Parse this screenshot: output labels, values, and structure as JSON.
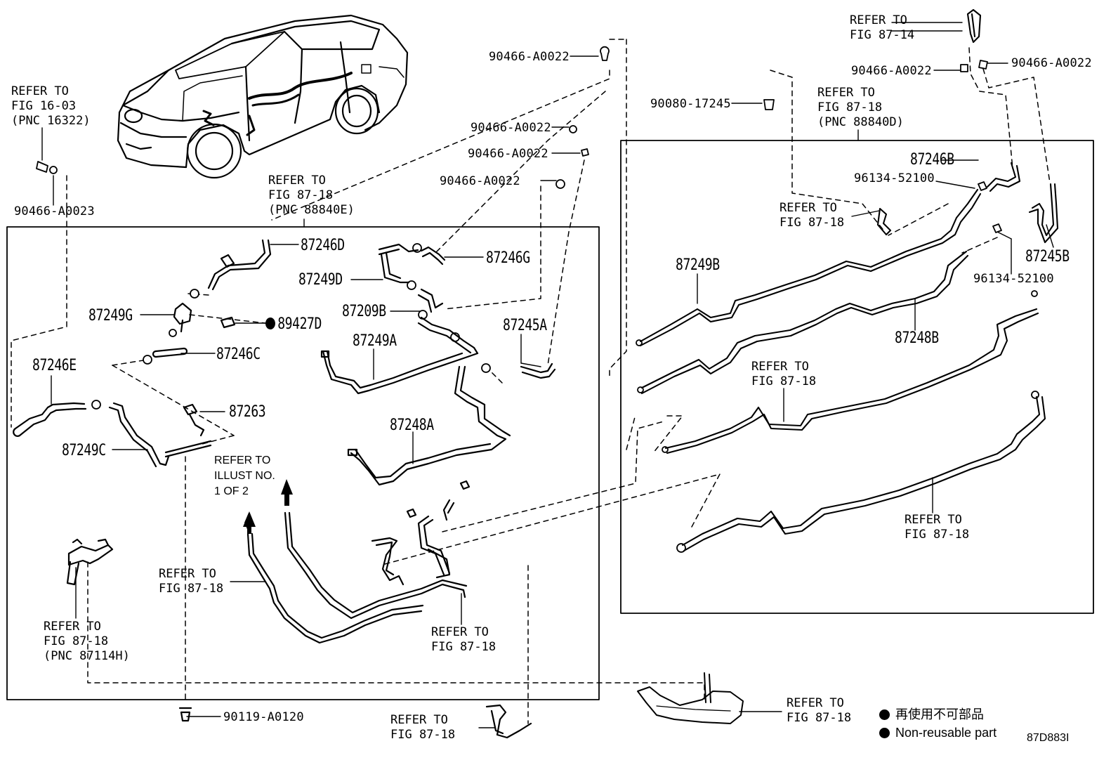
{
  "diagram_id": "87D883I",
  "legend": {
    "chinese": "再使用不可部品",
    "english": "Non-reusable part"
  },
  "part_numbers": {
    "p_90466_A0023": "90466-A0023",
    "p_90466_A0022_a": "90466-A0022",
    "p_90466_A0022_b": "90466-A0022",
    "p_90466_A0022_c": "90466-A0022",
    "p_90466_A0022_d": "90466-A0022",
    "p_90466_A0022_e": "90466-A0022",
    "p_90466_A0022_f": "90466-A0022",
    "p_90080_17245": "90080-17245",
    "p_96134_52100_a": "96134-52100",
    "p_96134_52100_b": "96134-52100",
    "p_90119_A0120": "90119-A0120",
    "p_87246D": "87246D",
    "p_87246G": "87246G",
    "p_87249D": "87249D",
    "p_87249G": "87249G",
    "p_89427D": "89427D",
    "p_87209B": "87209B",
    "p_87245A": "87245A",
    "p_87246C": "87246C",
    "p_87249A": "87249A",
    "p_87246E": "87246E",
    "p_87263": "87263",
    "p_87249C": "87249C",
    "p_87248A": "87248A",
    "p_87246B": "87246B",
    "p_87249B": "87249B",
    "p_87245B": "87245B",
    "p_87248B": "87248B"
  },
  "references": {
    "r_fig1603": "REFER TO\nFIG 16-03\n(PNC 16322)",
    "r_fig8718_e": "REFER TO\nFIG 87-18\n(PNC 88840E)",
    "r_fig8714": "REFER TO\nFIG 87-14",
    "r_fig8718_d": "REFER TO\nFIG 87-18\n(PNC 88840D)",
    "r_fig8718_clip": "REFER TO\nFIG 87-18",
    "r_fig8718_mid": "REFER TO\nFIG 87-18",
    "r_fig8718_right": "REFER TO\nFIG 87-18",
    "r_fig8718_left": "REFER TO\nFIG 87-18",
    "r_fig8718_center": "REFER TO\nFIG 87-18",
    "r_fig8718_114h": "REFER TO\nFIG 87-18\n(PNC 87114H)",
    "r_fig8718_bottom": "REFER TO\nFIG 87-18",
    "r_fig8718_bright": "REFER TO\nFIG 87-18",
    "r_illust": "REFER TO\nILLUST NO.\n1 OF 2"
  }
}
